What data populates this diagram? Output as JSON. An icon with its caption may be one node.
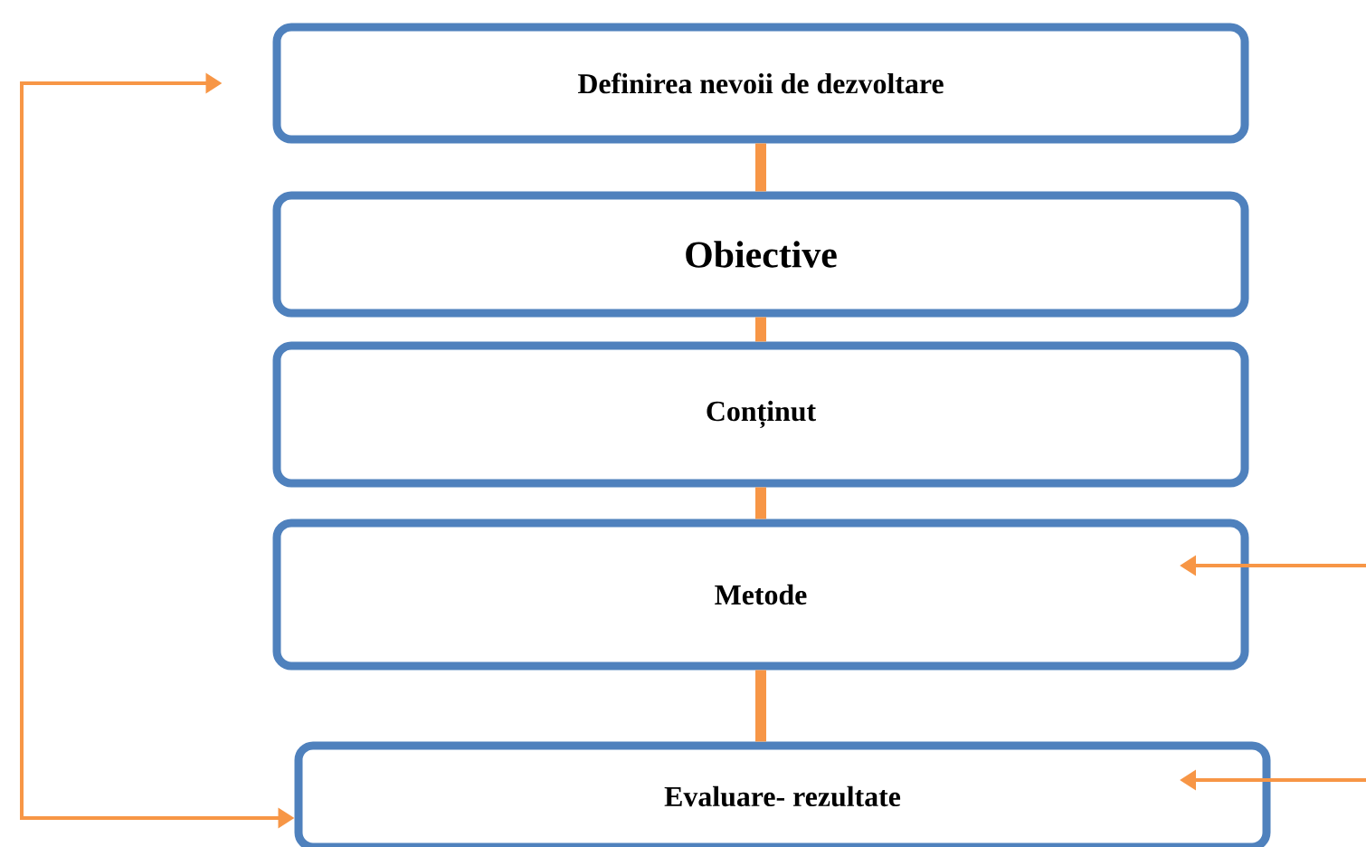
{
  "diagram": {
    "nodes": [
      {
        "text": [
          "Definirea nevoii de dezvoltare"
        ]
      },
      {
        "text": [
          "Obiective"
        ]
      },
      {
        "text": [
          "Conținut"
        ]
      },
      {
        "text": [
          "Metode"
        ]
      },
      {
        "text": [
          "Evaluare- rezultate"
        ]
      }
    ],
    "edges": [
      {
        "from": 0,
        "to": 1,
        "arrow": "none"
      },
      {
        "from": 1,
        "to": 2,
        "arrow": "none"
      },
      {
        "from": 2,
        "to": 3,
        "arrow": "none"
      },
      {
        "from": 3,
        "to": 4,
        "arrow": "none"
      },
      {
        "from": 0,
        "to": 4,
        "arrow": "both"
      },
      {
        "from": null,
        "to": 3,
        "arrow": "to"
      },
      {
        "from": null,
        "to": 4,
        "arrow": "to"
      }
    ]
  }
}
